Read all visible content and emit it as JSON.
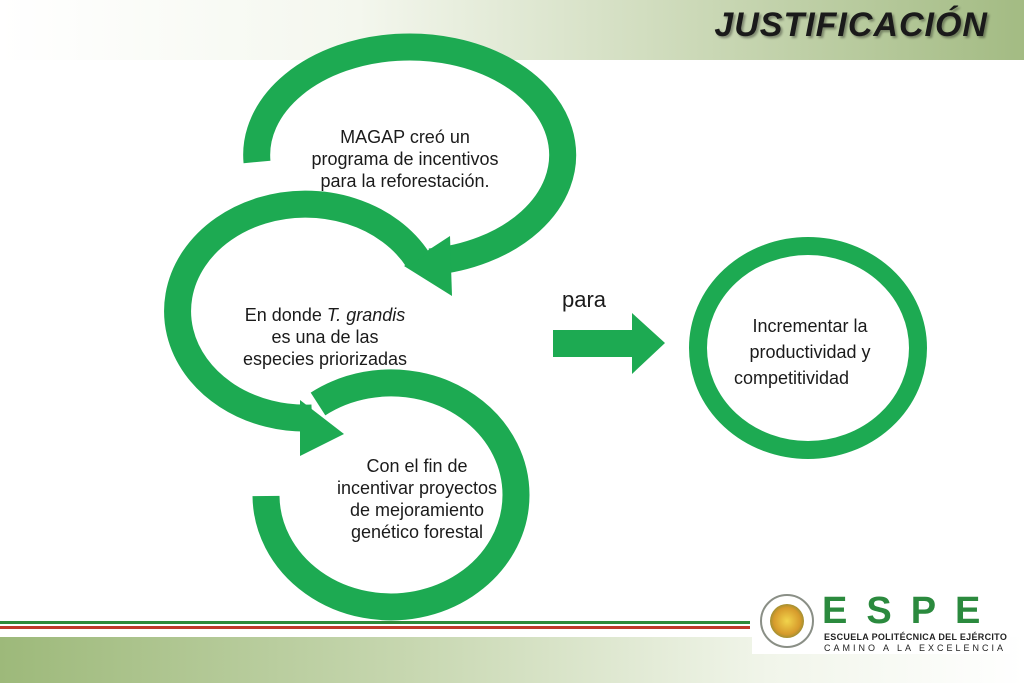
{
  "slide": {
    "title": "JUSTIFICACIÓN"
  },
  "cycle": {
    "ring1": {
      "line1": "MAGAP creó un",
      "line2": "programa de incentivos",
      "line3": "para la reforestación."
    },
    "ring2": {
      "line1_prefix": "En donde ",
      "line1_species": "T. grandis",
      "line2": "es una de las",
      "line3": "especies priorizadas"
    },
    "ring3": {
      "line1": "Con el fin de",
      "line2": "incentivar proyectos",
      "line3": "de mejoramiento",
      "line4": "genético forestal"
    }
  },
  "connector": {
    "label": "para"
  },
  "goal": {
    "line1": "Incrementar la",
    "line2": "productividad y",
    "line3": "competitividad"
  },
  "footer": {
    "logo_letters": "ESPE",
    "school_name": "ESCUELA POLITÉCNICA DEL EJÉRCITO",
    "motto": "CAMINO A LA EXCELENCIA"
  },
  "colors": {
    "ring_green": "#1daa52",
    "stripe_green": "#2e8b3a",
    "stripe_red": "#c0392b"
  }
}
